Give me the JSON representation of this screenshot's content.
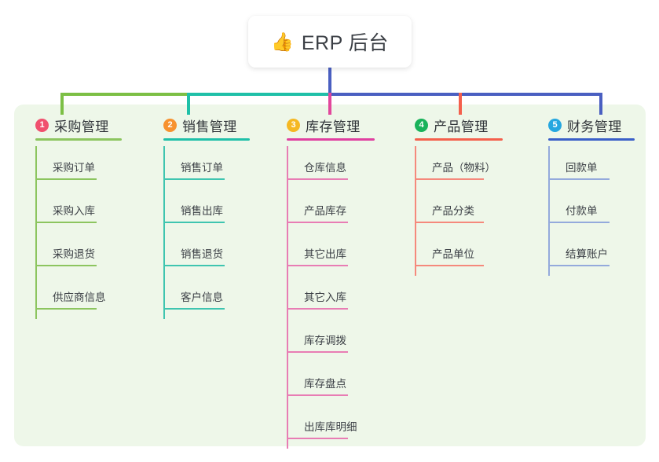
{
  "root": {
    "icon": "thumbs-up-icon",
    "emoji": "👍",
    "title": "ERP 后台"
  },
  "colors": {
    "panel_bg": "#eef7e9",
    "card_bg": "#ffffff",
    "text": "#3c4046",
    "green": "#7cbf45",
    "teal": "#1fc0a8",
    "pink": "#e2479c",
    "red": "#f4604c",
    "blue": "#4a5fc1",
    "badge_1": "#f0506e",
    "badge_2": "#f7922f",
    "badge_3": "#f5b823",
    "badge_4": "#19b25a",
    "badge_5": "#25a7e0",
    "magenta_rule": "#e040a0",
    "leaf_green": "#8cc55f",
    "leaf_teal": "#3fc5b0",
    "leaf_pink": "#e87db4",
    "leaf_red": "#f5897c",
    "leaf_blue": "#94aadc"
  },
  "columns": [
    {
      "index": "1",
      "badge_color": "#f0506e",
      "title": "采购管理",
      "rule_color": "#8cc55f",
      "rule_width": 110,
      "line_color": "#8cc55f",
      "leaf_rule_width": 78,
      "items": [
        {
          "label": "采购订单"
        },
        {
          "label": "采购入库"
        },
        {
          "label": "采购退货"
        },
        {
          "label": "供应商信息"
        }
      ]
    },
    {
      "index": "2",
      "badge_color": "#f7922f",
      "title": "销售管理",
      "rule_color": "#1fc0a8",
      "rule_width": 110,
      "line_color": "#3fc5b0",
      "leaf_rule_width": 78,
      "items": [
        {
          "label": "销售订单"
        },
        {
          "label": "销售出库"
        },
        {
          "label": "销售退货"
        },
        {
          "label": "客户信息"
        }
      ]
    },
    {
      "index": "3",
      "badge_color": "#f5b823",
      "title": "库存管理",
      "rule_color": "#e040a0",
      "rule_width": 112,
      "line_color": "#e87db4",
      "leaf_rule_width": 78,
      "items": [
        {
          "label": "仓库信息"
        },
        {
          "label": "产品库存"
        },
        {
          "label": "其它出库"
        },
        {
          "label": "其它入库"
        },
        {
          "label": "库存调拨"
        },
        {
          "label": "库存盘点"
        },
        {
          "label": "出库库明细"
        }
      ]
    },
    {
      "index": "4",
      "badge_color": "#19b25a",
      "title": "产品管理",
      "rule_color": "#f4604c",
      "rule_width": 112,
      "line_color": "#f5897c",
      "leaf_rule_width": 88,
      "items": [
        {
          "label": "产品（物料）"
        },
        {
          "label": "产品分类"
        },
        {
          "label": "产品单位"
        }
      ]
    },
    {
      "index": "5",
      "badge_color": "#25a7e0",
      "title": "财务管理",
      "rule_color": "#3a5fc8",
      "rule_width": 110,
      "line_color": "#94aadc",
      "leaf_rule_width": 78,
      "items": [
        {
          "label": "回款单"
        },
        {
          "label": "付款单"
        },
        {
          "label": "结算账户"
        }
      ]
    }
  ]
}
